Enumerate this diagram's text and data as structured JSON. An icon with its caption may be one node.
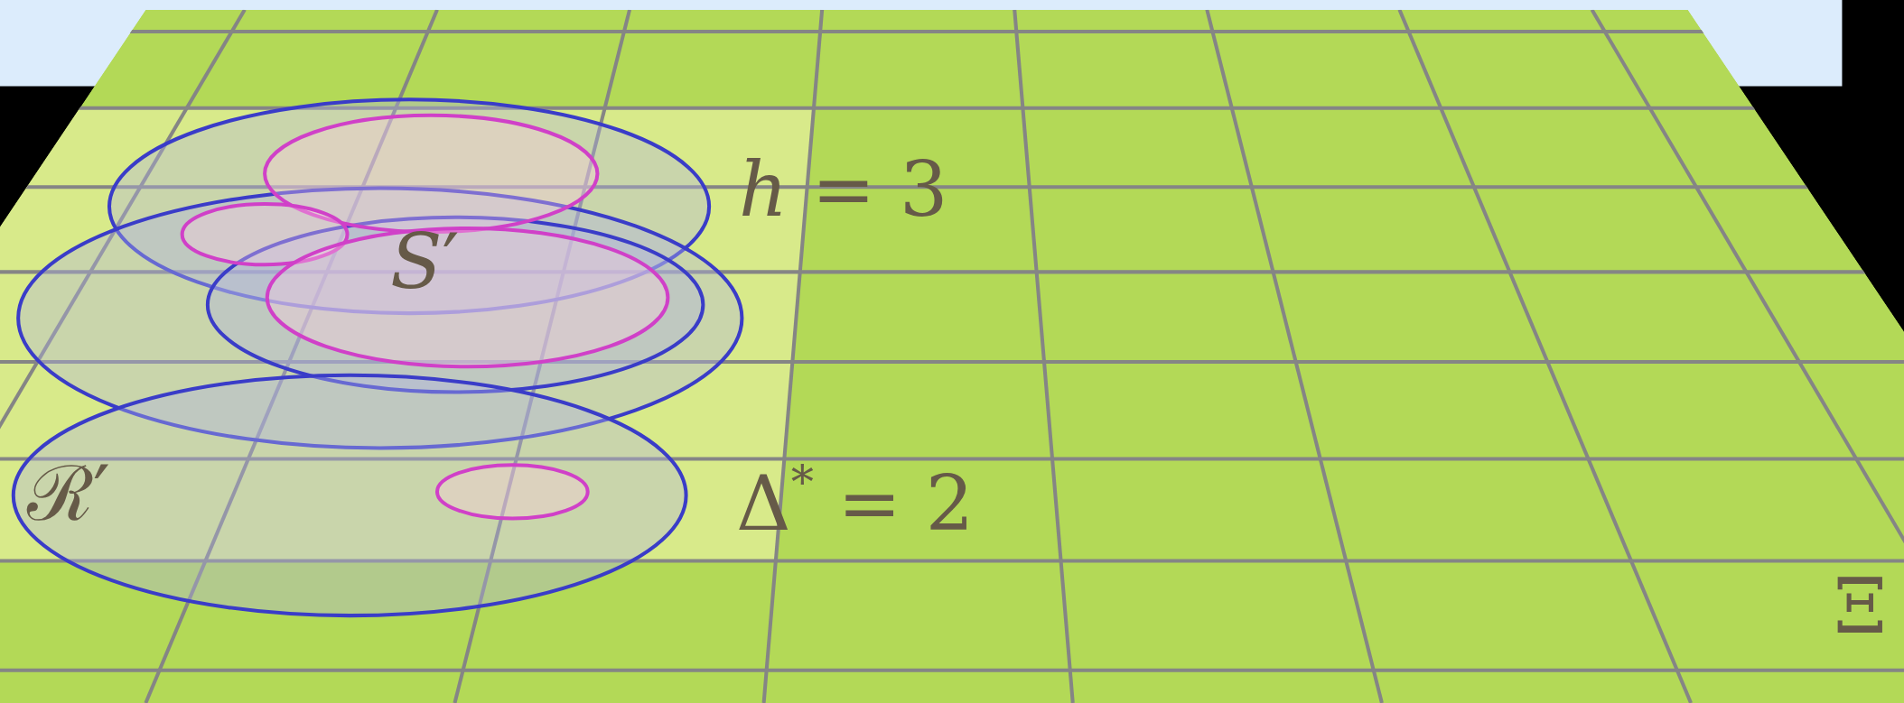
{
  "diagram": {
    "labels": [
      "*h* = 3",
      "*S*′",
      "Δ$^{*}$ = 2",
      "ℛ′",
      "Ξ"
    ]
  }
}
